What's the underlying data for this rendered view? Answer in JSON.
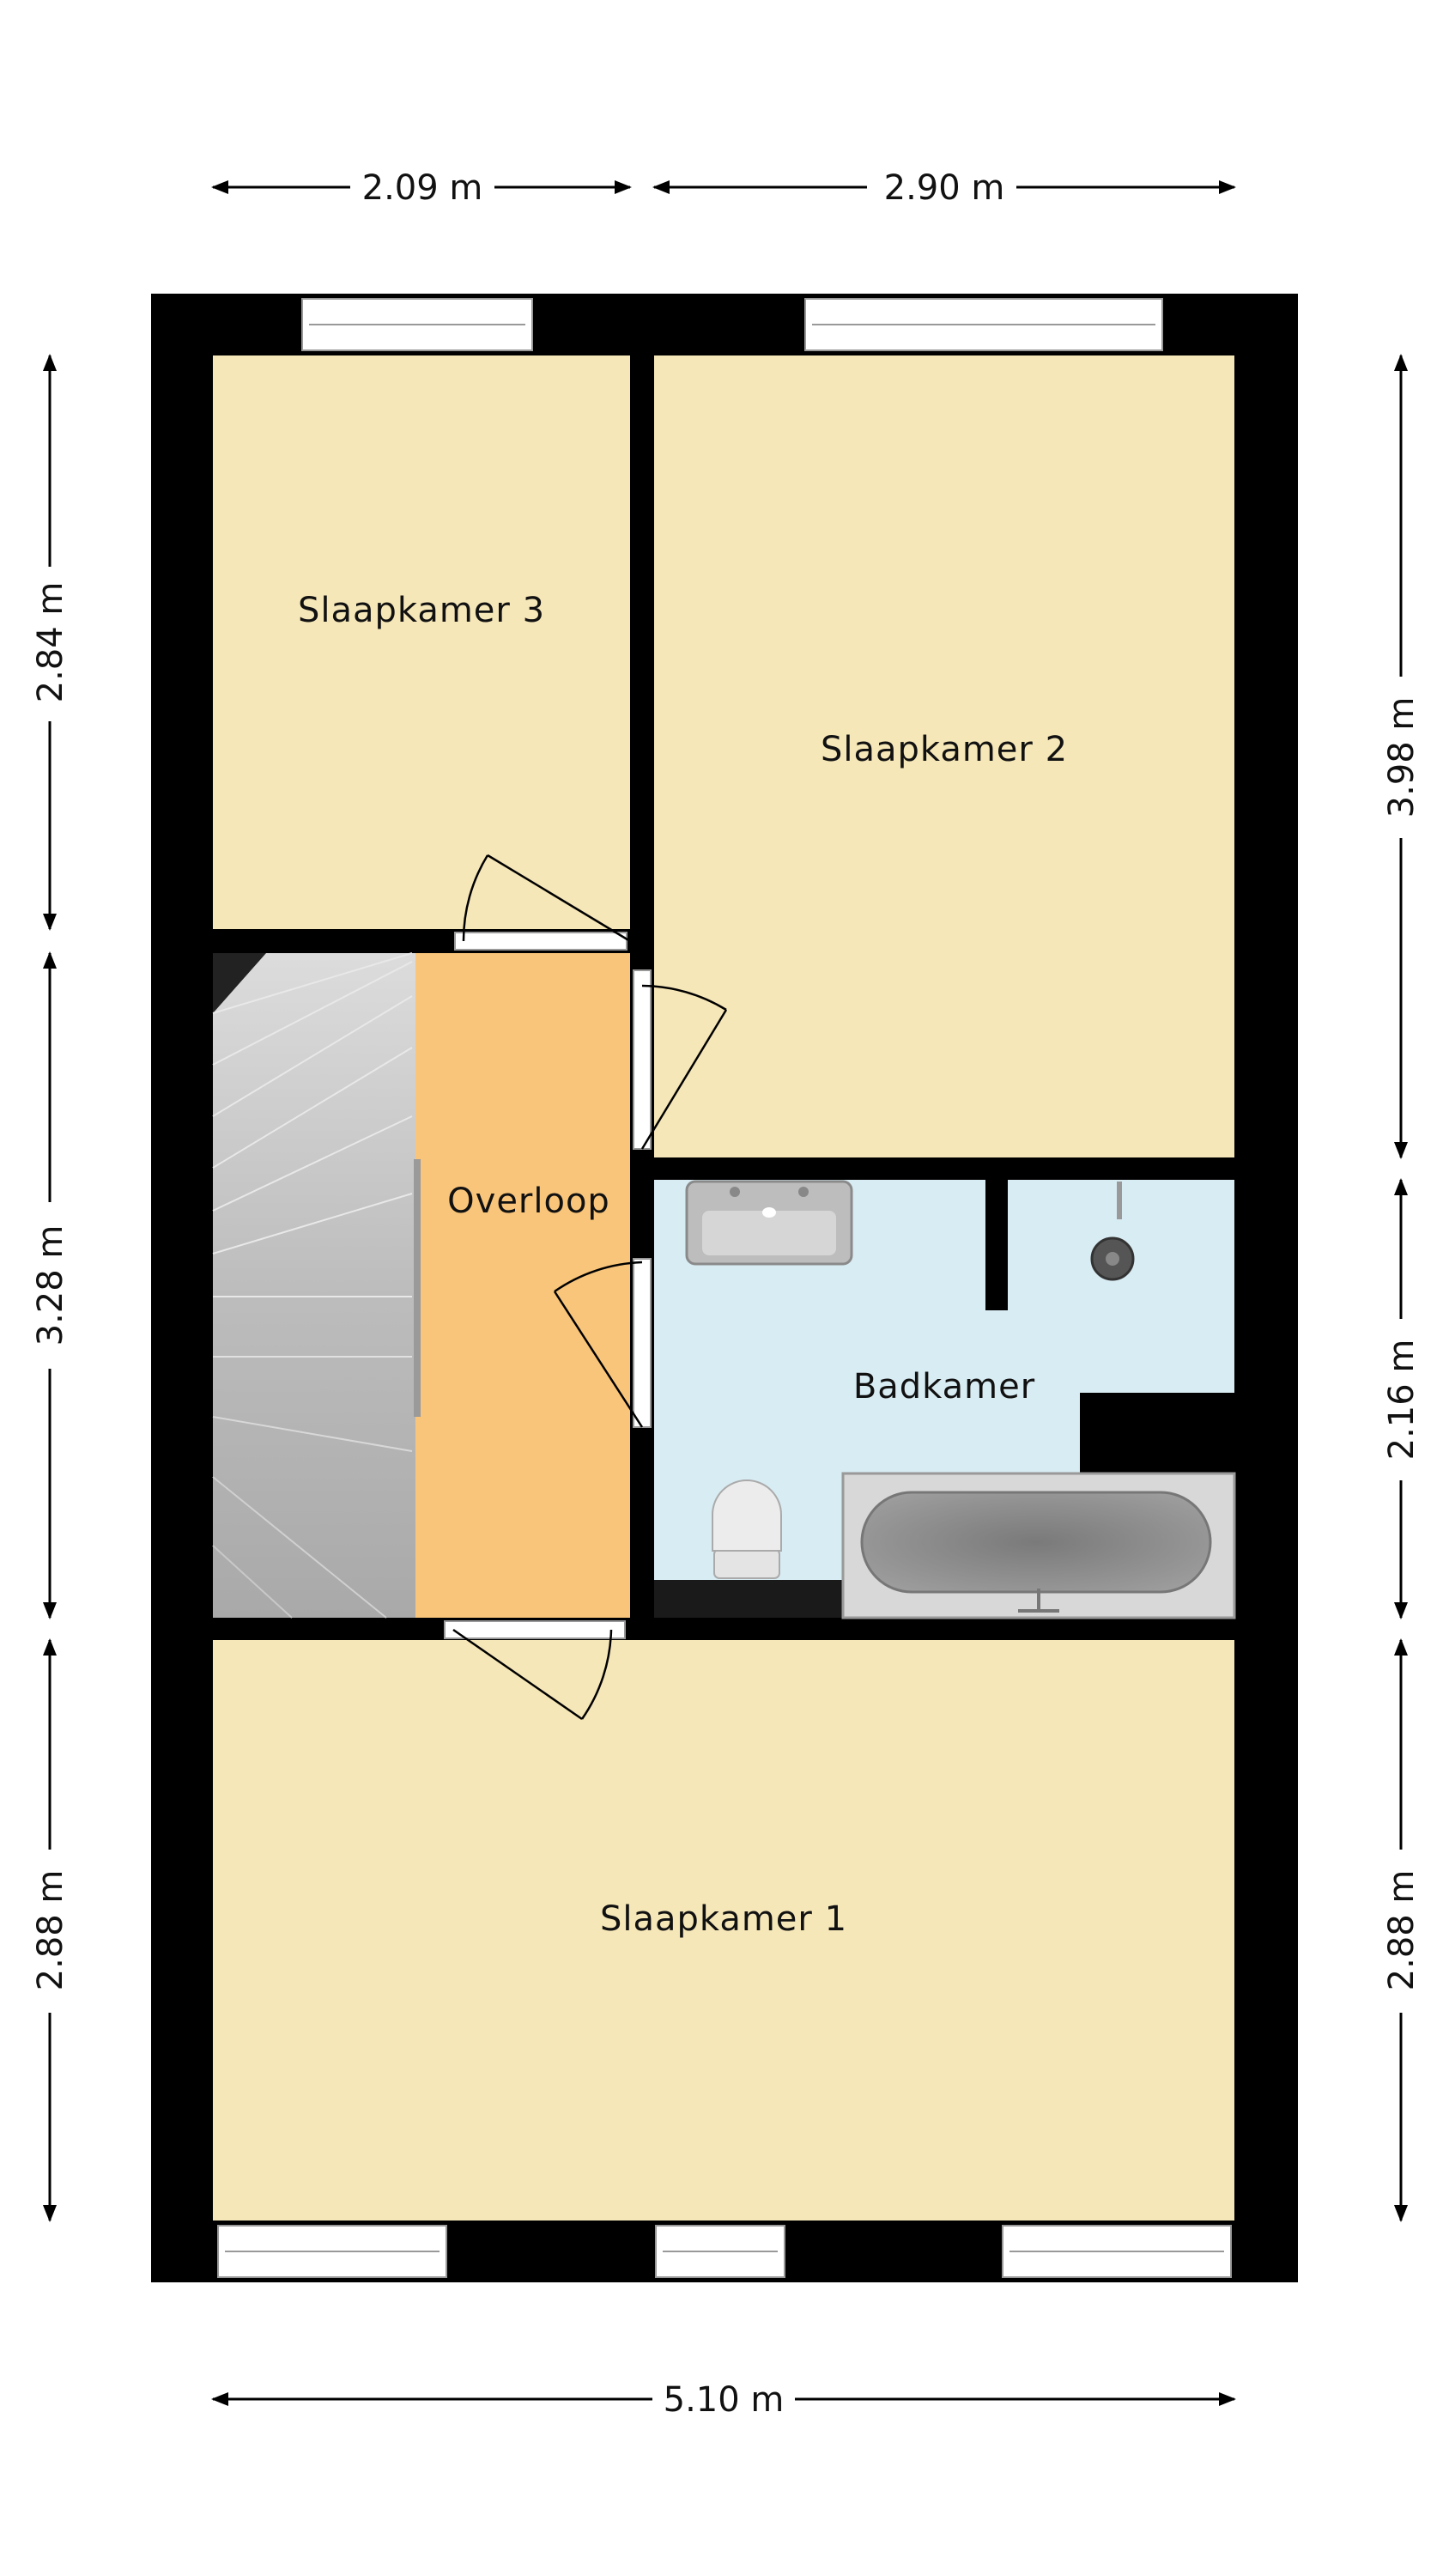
{
  "rooms": {
    "bedroom3": {
      "label": "Slaapkamer 3"
    },
    "bedroom2": {
      "label": "Slaapkamer 2"
    },
    "landing": {
      "label": "Overloop"
    },
    "bathroom": {
      "label": "Badkamer"
    },
    "bedroom1": {
      "label": "Slaapkamer 1"
    }
  },
  "dimensions": {
    "top_left": "2.09 m",
    "top_right": "2.90 m",
    "bottom": "5.10 m",
    "left_top": "2.84 m",
    "left_middle": "3.28 m",
    "left_bottom": "2.88 m",
    "right_top": "3.98 m",
    "right_middle": "2.16 m",
    "right_bottom": "2.88 m"
  },
  "colors": {
    "wall": "#000000",
    "bedroom_fill": "#f6e7b8",
    "landing_fill": "#f9c57a",
    "bathroom_fill": "#d8ecf3",
    "stairs_fill": "#c4c4c4",
    "window_fill": "#ffffff"
  }
}
